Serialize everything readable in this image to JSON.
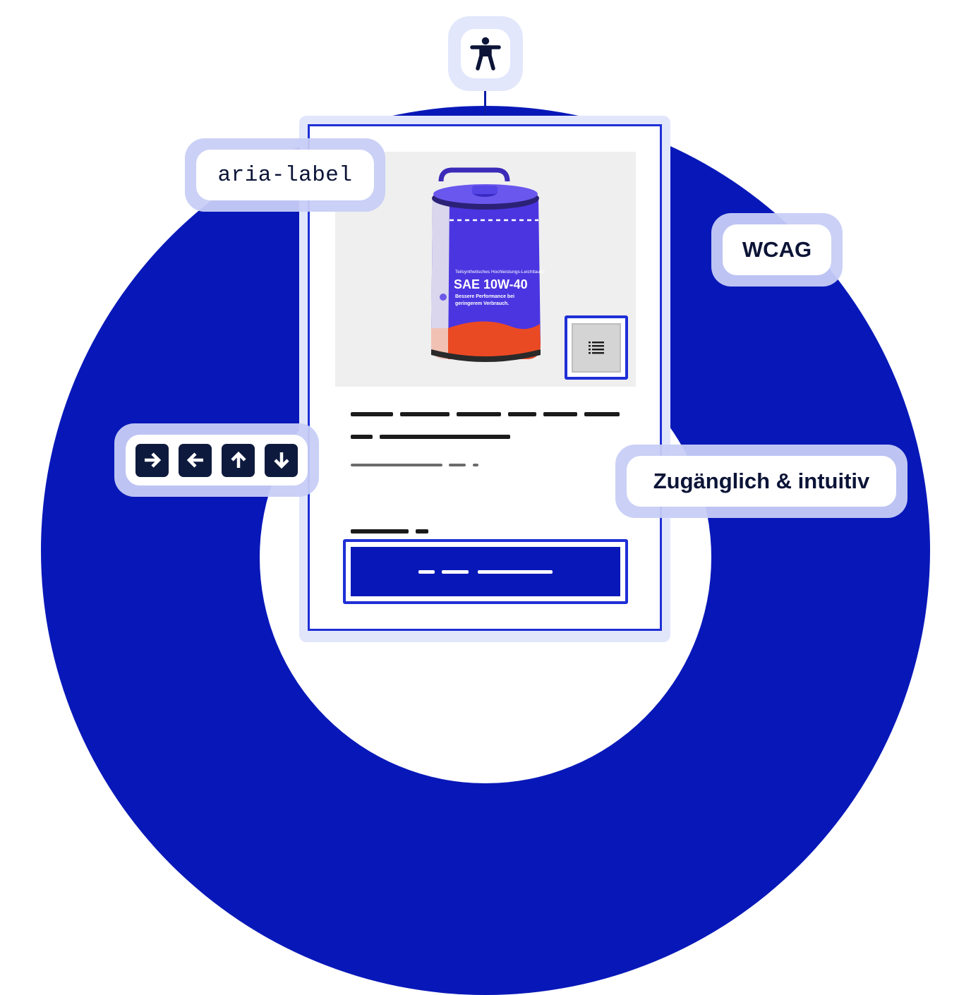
{
  "colors": {
    "blue_dark": "#0818b8",
    "blue_accent": "#1f2fd6",
    "navy_text": "#0c1437",
    "glow": "#c7cdf6",
    "can_purple": "#4b35e0",
    "can_orange": "#ea4a23"
  },
  "badges": {
    "accessibility_icon": "accessibility-person-icon",
    "aria_label": "aria-label",
    "wcag": "WCAG",
    "zugaenglich": "Zugänglich & intuitiv"
  },
  "keyboard": {
    "keys": [
      "arrow-right-icon",
      "arrow-left-icon",
      "arrow-up-icon",
      "arrow-down-icon"
    ]
  },
  "product": {
    "image_alt_icon": "product-can-image",
    "can_subtitle": "Teilsynthetisches Hochleistungs-Leichtlauföl",
    "can_title": "SAE 10W-40",
    "can_desc_1": "Bessere Performance bei",
    "can_desc_2": "geringerem Verbrauch.",
    "list_button_icon": "list-icon"
  }
}
